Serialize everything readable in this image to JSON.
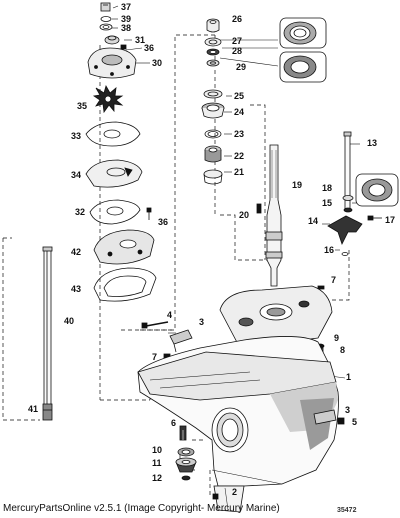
{
  "diagram": {
    "part_numbers": [
      "37",
      "39",
      "38",
      "31",
      "36",
      "30",
      "35",
      "33",
      "34",
      "32",
      "36",
      "42",
      "43",
      "40",
      "41",
      "26",
      "27",
      "28",
      "29",
      "25",
      "24",
      "23",
      "22",
      "21",
      "20",
      "19",
      "13",
      "18",
      "15",
      "17",
      "14",
      "16",
      "7",
      "4",
      "3",
      "7",
      "9",
      "8",
      "1",
      "3",
      "5",
      "6",
      "10",
      "11",
      "12",
      "2"
    ]
  },
  "footer": {
    "copyright": "MercuryPartsOnline v2.5.1 (Image Copyright- Mercury Marine)",
    "doc_number": "35472"
  },
  "colors": {
    "ink": "#111111",
    "shade": "#4a4a4a",
    "light": "#d8d8d8"
  }
}
